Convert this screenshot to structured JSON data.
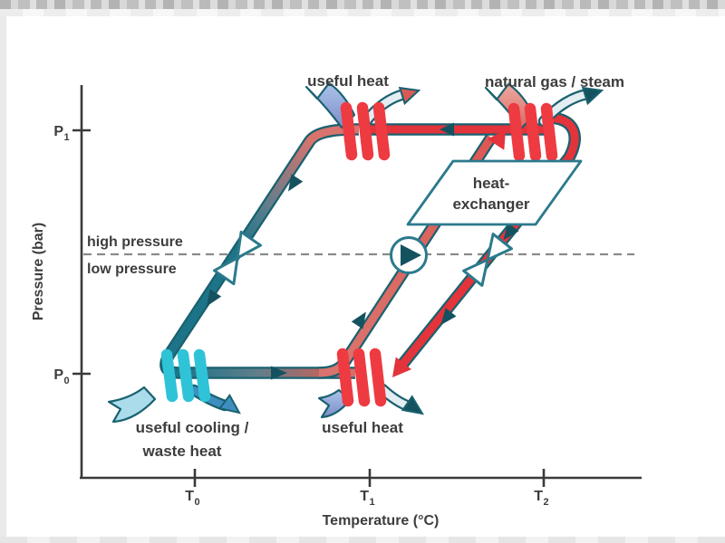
{
  "colors": {
    "pipe_red": "#e3333b",
    "coil_red": "#ee3a41",
    "salmon": "#d9736d",
    "salmon_deep": "#de5853",
    "teal_pipe": "#1d7488",
    "teal_blend": "#5f7e8b",
    "pipe_outline": "#19616f",
    "teal_dark": "#14525f",
    "cyan_coil": "#2fc3d8",
    "cyan_light": "#aadcec",
    "periwinkle": "#7e8cc9",
    "periwinkle_light": "#aac4e9",
    "blue_arrow": "#3e8fc0",
    "band_light": "#e4edf1",
    "coral_tip": "#d85a55",
    "box_border": "#2b7a8c",
    "dash_gray": "#8a8a8a",
    "axis_color": "#3a3a3a",
    "text_color": "#3d3d3d"
  },
  "diagram": {
    "top_labels": {
      "useful_heat": "useful heat",
      "natural_gas_steam": "natural gas / steam"
    },
    "heat_exchanger": {
      "line1": "heat-",
      "line2": "exchanger"
    },
    "pressure_zones": {
      "high": "high pressure",
      "low": "low pressure"
    },
    "bottom_labels": {
      "useful_cooling": "useful cooling /",
      "waste_heat": "waste heat",
      "useful_heat": "useful heat"
    }
  },
  "axes": {
    "y_label": "Pressure (bar)",
    "x_label": "Temperature (°C)",
    "y_ticks": [
      {
        "base": "P",
        "sub": "1"
      },
      {
        "base": "P",
        "sub": "0"
      }
    ],
    "x_ticks": [
      {
        "base": "T",
        "sub": "0"
      },
      {
        "base": "T",
        "sub": "1"
      },
      {
        "base": "T",
        "sub": "2"
      }
    ]
  }
}
